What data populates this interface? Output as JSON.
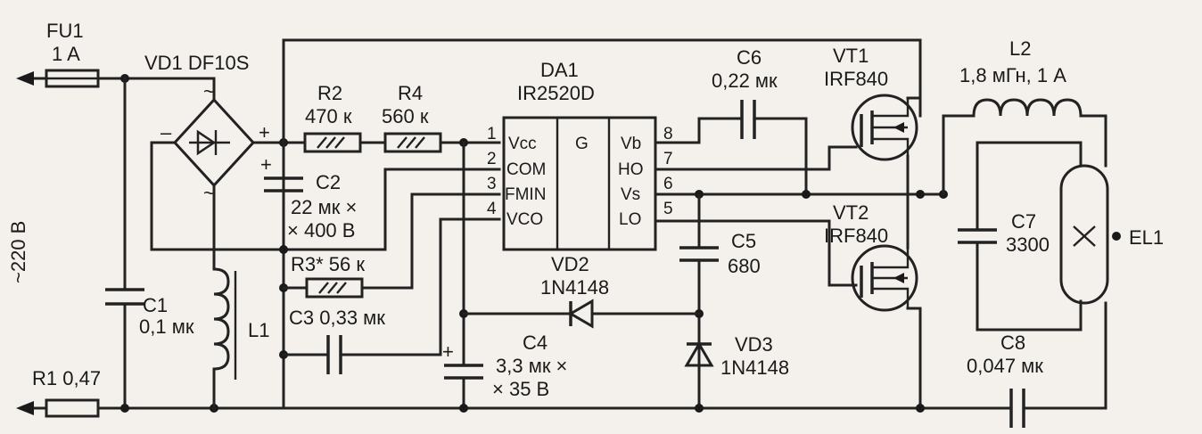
{
  "labels": {
    "fu1_name": "FU1",
    "fu1_value": "1 A",
    "vd1": "VD1 DF10S",
    "mains": "~220 B",
    "c1_name": "C1",
    "c1_value": "0,1 мк",
    "l1": "L1",
    "r1": "R1 0,47",
    "c2_name": "C2",
    "c2_value1": "22 мк ×",
    "c2_value2": "× 400 B",
    "r2_name": "R2",
    "r2_value": "470 к",
    "r4_name": "R4",
    "r4_value": "560 к",
    "r3": "R3* 56 к",
    "c3": "C3 0,33 мк",
    "c4_name": "C4",
    "c4_value1": "3,3 мк ×",
    "c4_value2": "× 35 B",
    "da1_name": "DA1",
    "da1_part": "IR2520D",
    "pin_vcc": "Vcc",
    "pin_com": "COM",
    "pin_fmin": "FMIN",
    "pin_vco": "VCO",
    "pin_g": "G",
    "pin_vb": "Vb",
    "pin_ho": "HO",
    "pin_vs": "Vs",
    "pin_lo": "LO",
    "pin1": "1",
    "pin2": "2",
    "pin3": "3",
    "pin4": "4",
    "pin5": "5",
    "pin6": "6",
    "pin7": "7",
    "pin8": "8",
    "c6_name": "C6",
    "c6_value": "0,22 мк",
    "c5_name": "C5",
    "c5_value": "680",
    "vd2_name": "VD2",
    "vd2_part": "1N4148",
    "vd3_name": "VD3",
    "vd3_part": "1N4148",
    "vt1_name": "VT1",
    "vt1_part": "IRF840",
    "vt2_name": "VT2",
    "vt2_part": "IRF840",
    "l2_name": "L2",
    "l2_value": "1,8 мГн, 1 A",
    "c7_name": "C7",
    "c7_value": "3300",
    "el1": "EL1",
    "c8_name": "C8",
    "c8_value": "0,047 мк",
    "bridge_minus": "–",
    "bridge_plus": "+",
    "bridge_ac1": "~",
    "bridge_ac2": "~",
    "c2_plus": "+",
    "c4_plus": "+"
  }
}
